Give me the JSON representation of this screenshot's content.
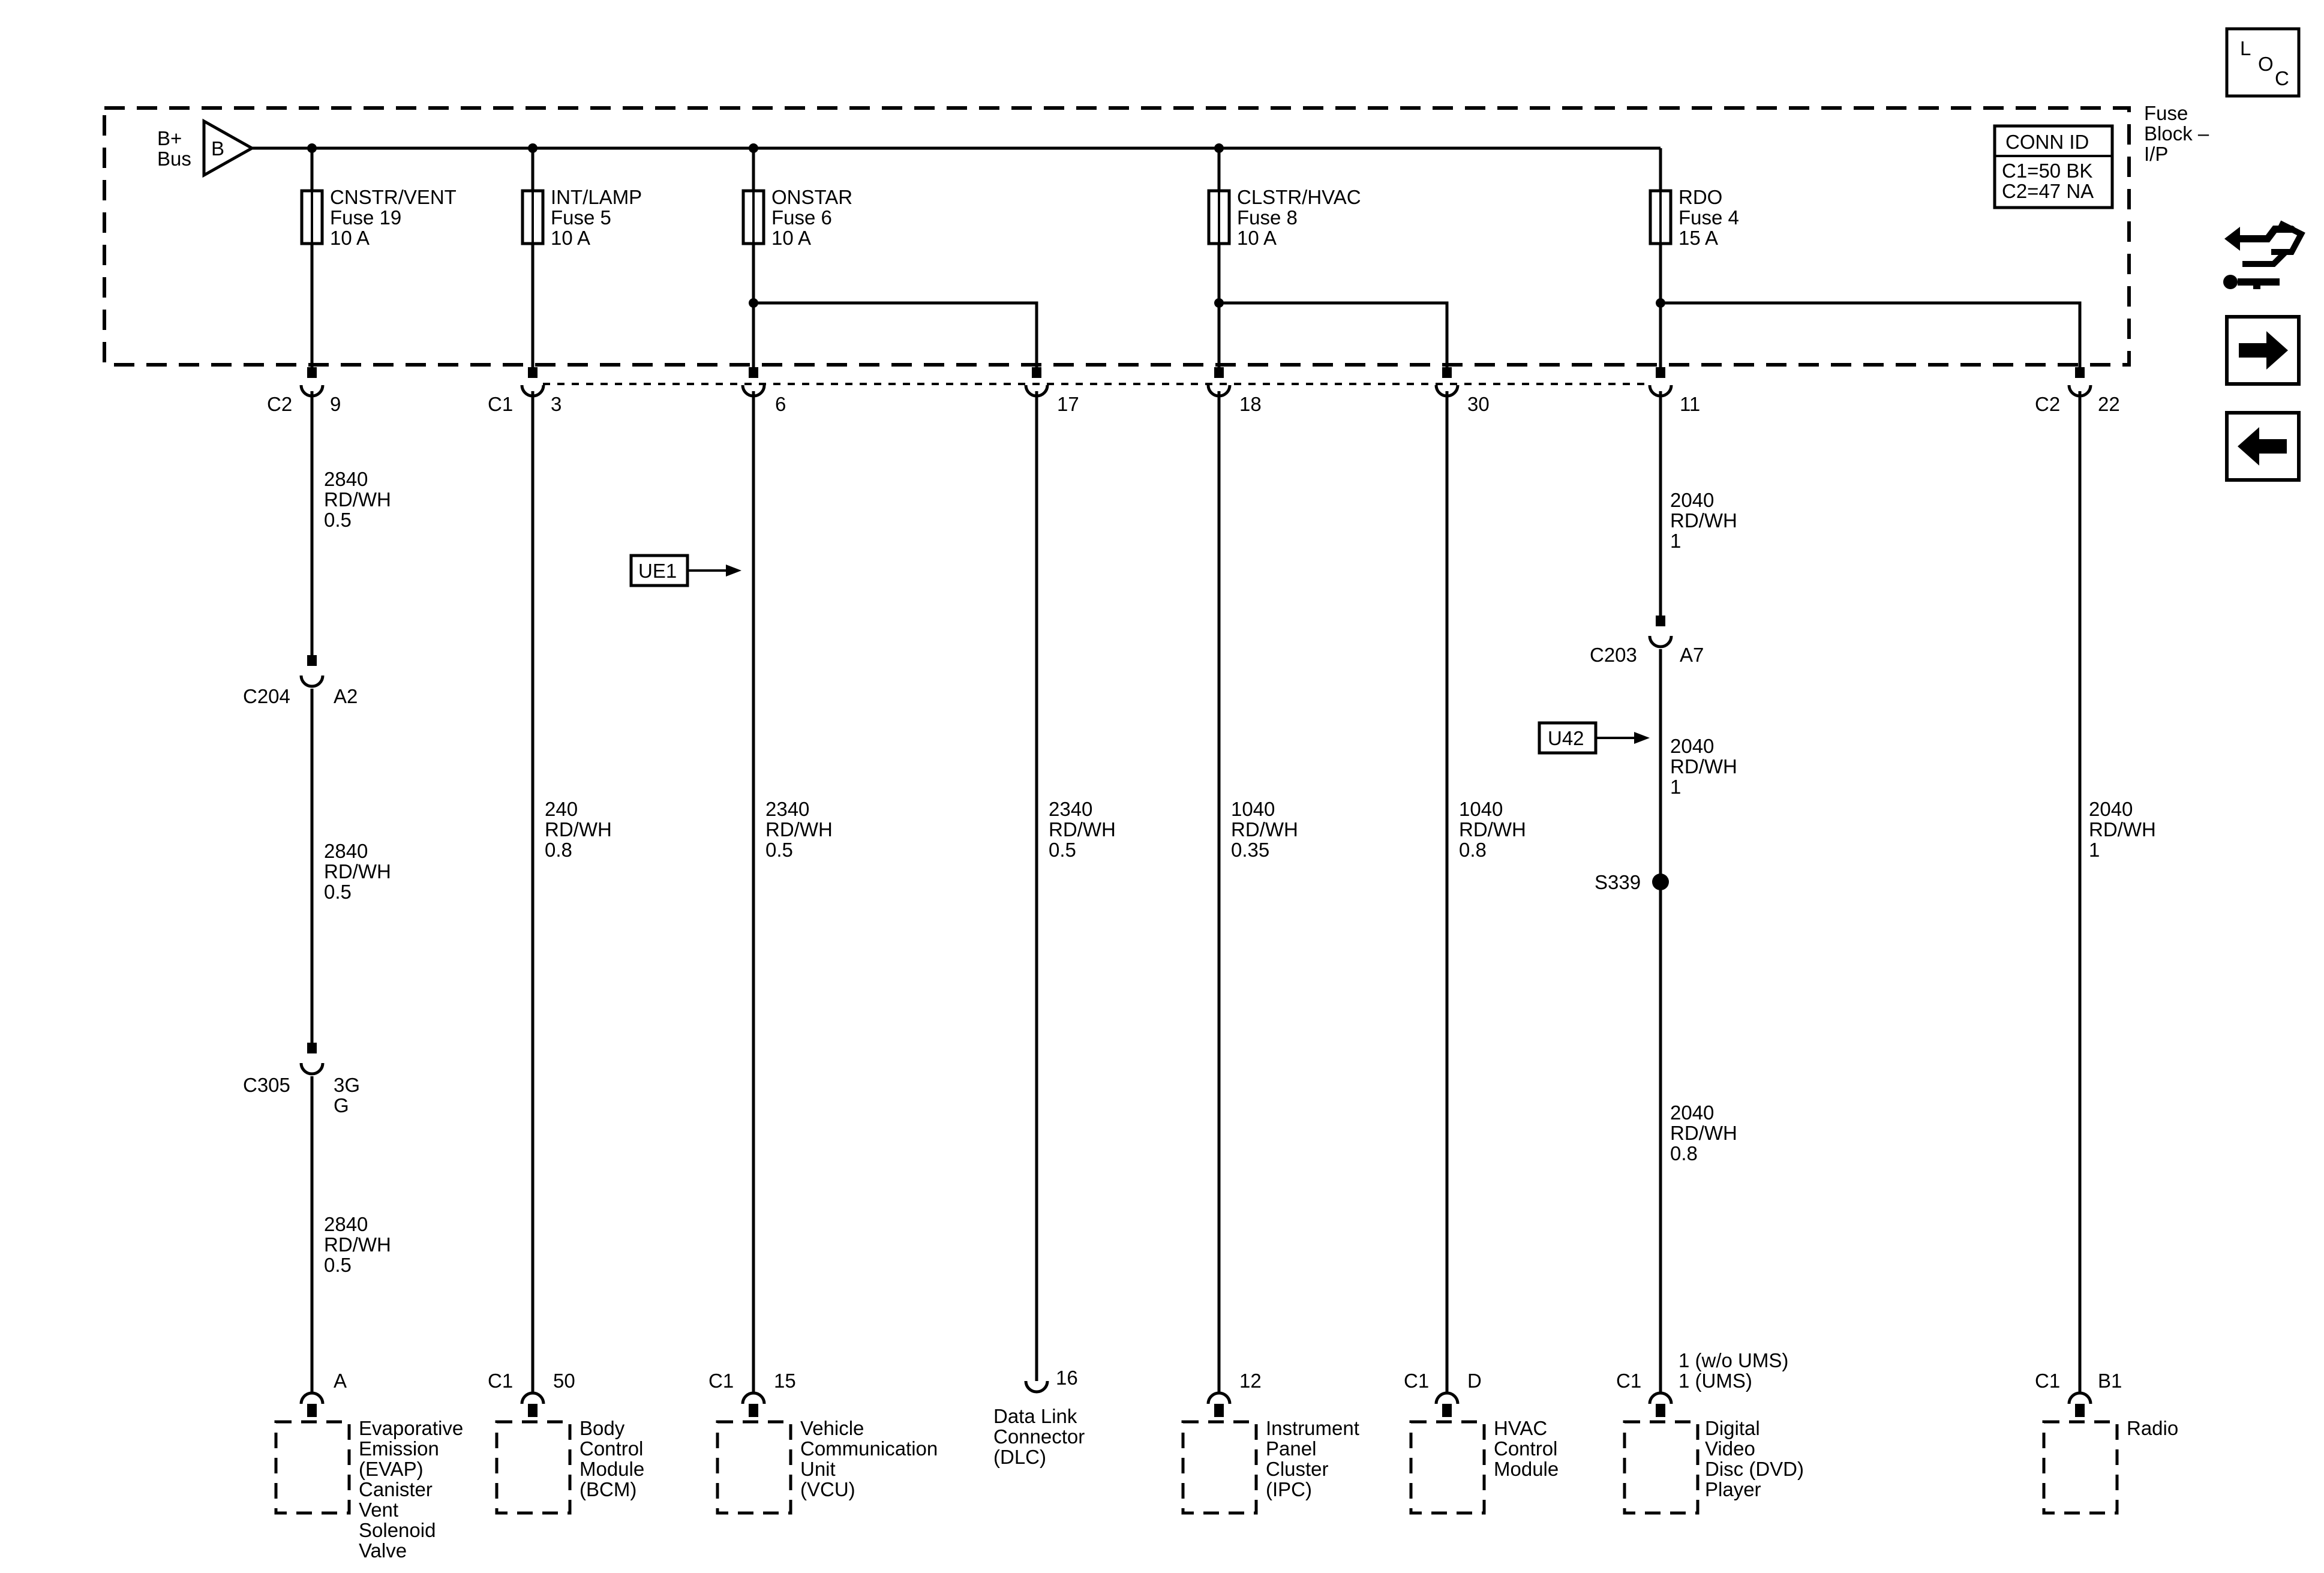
{
  "fuse_block": {
    "label_lines": [
      "Fuse",
      "Block –",
      "I/P"
    ],
    "bus_label_lines": [
      "B+",
      "Bus"
    ],
    "bus_symbol": "B",
    "conn_id": {
      "title": "CONN ID",
      "line1": "C1=50 BK",
      "line2": "C2=47 NA"
    }
  },
  "fuses": [
    {
      "name": "CNSTR/VENT",
      "fuse": "Fuse 19",
      "rating": "10 A"
    },
    {
      "name": "INT/LAMP",
      "fuse": "Fuse 5",
      "rating": "10 A"
    },
    {
      "name": "ONSTAR",
      "fuse": "Fuse 6",
      "rating": "10 A"
    },
    {
      "name": "CLSTR/HVAC",
      "fuse": "Fuse 8",
      "rating": "10 A"
    },
    {
      "name": "RDO",
      "fuse": "Fuse 4",
      "rating": "15 A"
    }
  ],
  "top_pins": [
    {
      "conn": "C2",
      "pin": "9"
    },
    {
      "conn": "C1",
      "pin": "3"
    },
    {
      "conn": "",
      "pin": "6"
    },
    {
      "conn": "",
      "pin": "17"
    },
    {
      "conn": "",
      "pin": "18"
    },
    {
      "conn": "",
      "pin": "30"
    },
    {
      "conn": "",
      "pin": "11"
    },
    {
      "conn": "C2",
      "pin": "22"
    }
  ],
  "wires": [
    {
      "lines": [
        "2840",
        "RD/WH",
        "0.5"
      ]
    },
    {
      "lines": [
        "2840",
        "RD/WH",
        "0.5"
      ]
    },
    {
      "lines": [
        "2840",
        "RD/WH",
        "0.5"
      ]
    },
    {
      "lines": [
        "240",
        "RD/WH",
        "0.8"
      ]
    },
    {
      "lines": [
        "2340",
        "RD/WH",
        "0.5"
      ]
    },
    {
      "lines": [
        "2340",
        "RD/WH",
        "0.5"
      ]
    },
    {
      "lines": [
        "1040",
        "RD/WH",
        "0.35"
      ]
    },
    {
      "lines": [
        "1040",
        "RD/WH",
        "0.8"
      ]
    },
    {
      "lines": [
        "2040",
        "RD/WH",
        "1"
      ]
    },
    {
      "lines": [
        "2040",
        "RD/WH",
        "1"
      ]
    },
    {
      "lines": [
        "2040",
        "RD/WH",
        "0.8"
      ]
    },
    {
      "lines": [
        "2040",
        "RD/WH",
        "1"
      ]
    }
  ],
  "inline_connectors": [
    {
      "conn": "C204",
      "pin": "A2"
    },
    {
      "conn": "C305",
      "pin": "3G",
      "pin2": "G"
    },
    {
      "conn": "C203",
      "pin": "A7"
    }
  ],
  "splice": "S339",
  "references": [
    "UE1",
    "U42"
  ],
  "components": [
    {
      "conn": "",
      "pin": "A",
      "lines": [
        "Evaporative",
        "Emission",
        "(EVAP)",
        "Canister",
        "Vent",
        "Solenoid",
        "Valve"
      ]
    },
    {
      "conn": "C1",
      "pin": "50",
      "lines": [
        "Body",
        "Control",
        "Module",
        "(BCM)"
      ]
    },
    {
      "conn": "C1",
      "pin": "15",
      "lines": [
        "Vehicle",
        "Communication",
        "Unit",
        "(VCU)"
      ]
    },
    {
      "conn": "",
      "pin": "16",
      "lines": [
        "Data Link",
        "Connector",
        "(DLC)"
      ]
    },
    {
      "conn": "",
      "pin": "12",
      "lines": [
        "Instrument",
        "Panel",
        "Cluster",
        "(IPC)"
      ]
    },
    {
      "conn": "C1",
      "pin": "D",
      "lines": [
        "HVAC",
        "Control",
        "Module"
      ]
    },
    {
      "conn": "C1",
      "pin": "1 (w/o UMS)",
      "pin2": "1 (UMS)",
      "lines": [
        "Digital",
        "Video",
        "Disc (DVD)",
        "Player"
      ]
    },
    {
      "conn": "C1",
      "pin": "B1",
      "lines": [
        "Radio"
      ]
    }
  ],
  "side_panel": {
    "loc_letters": [
      "L",
      "O",
      "C"
    ],
    "icons": [
      "connector-tool-icon",
      "arrow-right-icon",
      "arrow-left-icon"
    ]
  }
}
